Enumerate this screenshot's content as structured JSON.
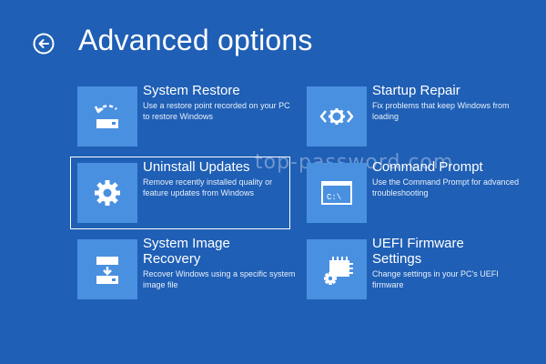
{
  "header": {
    "title": "Advanced options",
    "back_icon": "back-arrow-circle-icon"
  },
  "options": [
    {
      "label": "System Restore",
      "description": "Use a restore point recorded on your PC to restore Windows",
      "icon": "system-restore-icon"
    },
    {
      "label": "Startup Repair",
      "description": "Fix problems that keep Windows from loading",
      "icon": "startup-repair-icon"
    },
    {
      "label": "Uninstall Updates",
      "description": "Remove recently installed quality or feature updates from Windows",
      "icon": "gear-icon"
    },
    {
      "label": "Command Prompt",
      "description": "Use the Command Prompt for advanced troubleshooting",
      "icon": "command-prompt-icon",
      "glyph": "C:\\"
    },
    {
      "label_line1": "System Image",
      "label_line2": "Recovery",
      "description": "Recover Windows using a specific system image file",
      "icon": "system-image-recovery-icon"
    },
    {
      "label_line1": "UEFI Firmware",
      "label_line2": "Settings",
      "description": "Change settings in your PC's UEFI firmware",
      "icon": "uefi-firmware-icon"
    }
  ],
  "selected_option": "Uninstall Updates",
  "watermark": "top-password.com",
  "colors": {
    "background": "#1f5fb5",
    "tile": "#4a90e0",
    "text": "#ffffff"
  }
}
